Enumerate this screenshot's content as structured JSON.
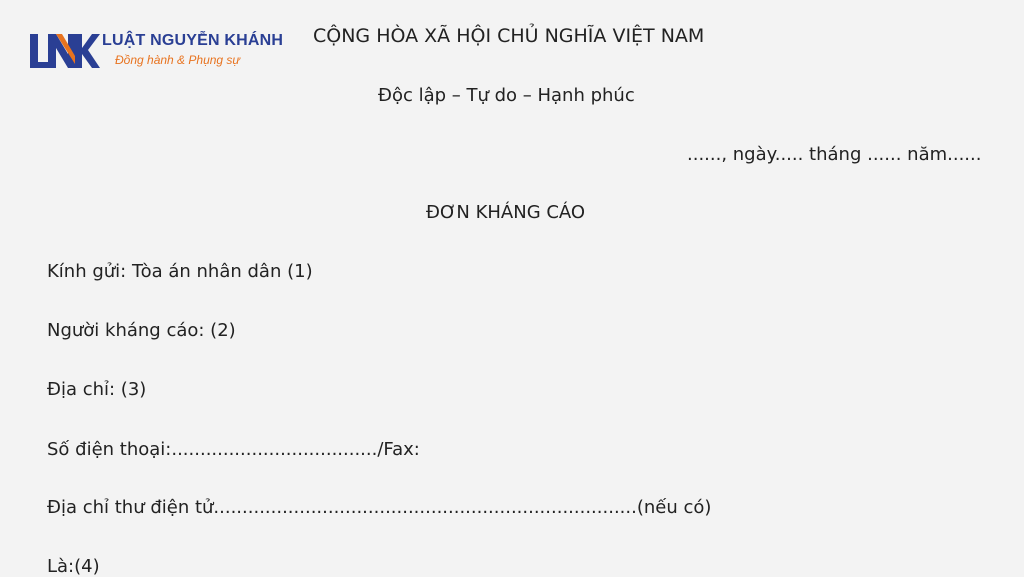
{
  "logo": {
    "name": "LUẬT NGUYỄN KHÁNH",
    "slogan": "Đồng hành & Phụng sự",
    "accent_blue": "#2a3f94",
    "accent_orange": "#e8731f"
  },
  "header": {
    "national_title": "CỘNG HÒA XÃ HỘI CHỦ NGHĨA VIỆT NAM",
    "motto": "Độc lập – Tự do – Hạnh phúc",
    "date_line": "......, ngày..... tháng ...... năm......"
  },
  "document": {
    "title": "ĐƠN KHÁNG CÁO",
    "fields": [
      "Kính gửi: Tòa án nhân dân (1)",
      "Người kháng cáo: (2)",
      "Địa chỉ: (3)",
      "Số điện thoại:..................................../Fax:",
      "Địa chỉ thư điện tử..........................................................................(nếu có)",
      "Là:(4)"
    ]
  }
}
